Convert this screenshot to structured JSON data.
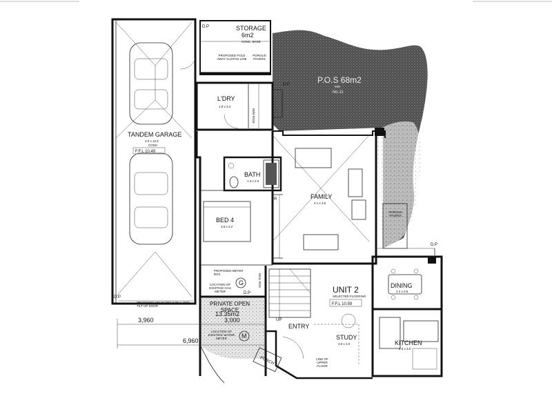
{
  "rooms": {
    "storage": {
      "name": "STORAGE",
      "area": "6m2",
      "note": "CONC. BASE"
    },
    "clothes_line": "PROPOSED FOLD AWAY CLOTHS LINE",
    "porous_pavers_top": "POROUS PAVERS",
    "pos": {
      "name": "P.O.S 68m2",
      "min": "MIN",
      "no": "No.11"
    },
    "laundry": {
      "name": "L'DRY",
      "size": "1.8 x 3.2"
    },
    "wm": "W/M ROW",
    "garage": {
      "name": "TANDEM GARAGE",
      "size": "3.0 x 12.5",
      "note": "CONC.",
      "ffl": "F.F.L 10.49"
    },
    "bath": {
      "name": "BATH",
      "size": "1.3 x 2.0"
    },
    "family": {
      "name": "FAMILY",
      "size": "4.1 x 3.6"
    },
    "porous_pavers_right": "POROUS PAVERS",
    "bed4": {
      "name": "BED 4",
      "size": "3.6 x 3.2"
    },
    "meter_box": "PROPOSED METER BOX",
    "gas_meter": "LOCATION OF EXISTING GAS METER",
    "private_open_space": {
      "name": "PRIVATE OPEN SPACE",
      "area": "13.35m2"
    },
    "water_meter": "LOCATION OF EXISTING WATER METER",
    "unit": {
      "name": "UNIT 2",
      "note": "SELECTED FLOORING",
      "ffl": "F.F.L 10.59"
    },
    "dining": {
      "name": "DINING",
      "size": "2.2 x 3.6"
    },
    "kitchen": {
      "name": "KITCHEN",
      "size": "2.6 x 3.0"
    },
    "entry": "ENTRY",
    "study": {
      "name": "STUDY",
      "size": "3.0 x 3.0"
    },
    "upper_floor": "LINE OF UPPER FLOOR",
    "garage_door": "PROPOSED SELECTED 5200 x 2000 TILT UP DOOR",
    "porch": "PORCH",
    "up": "UP",
    "mail": "MAIL RCE",
    "r": "R"
  },
  "markers": {
    "dp": "D.P",
    "gas": "G",
    "water": "M"
  },
  "dimensions": {
    "d1": "3,960",
    "d2": "3,000",
    "d3": "6,960"
  }
}
